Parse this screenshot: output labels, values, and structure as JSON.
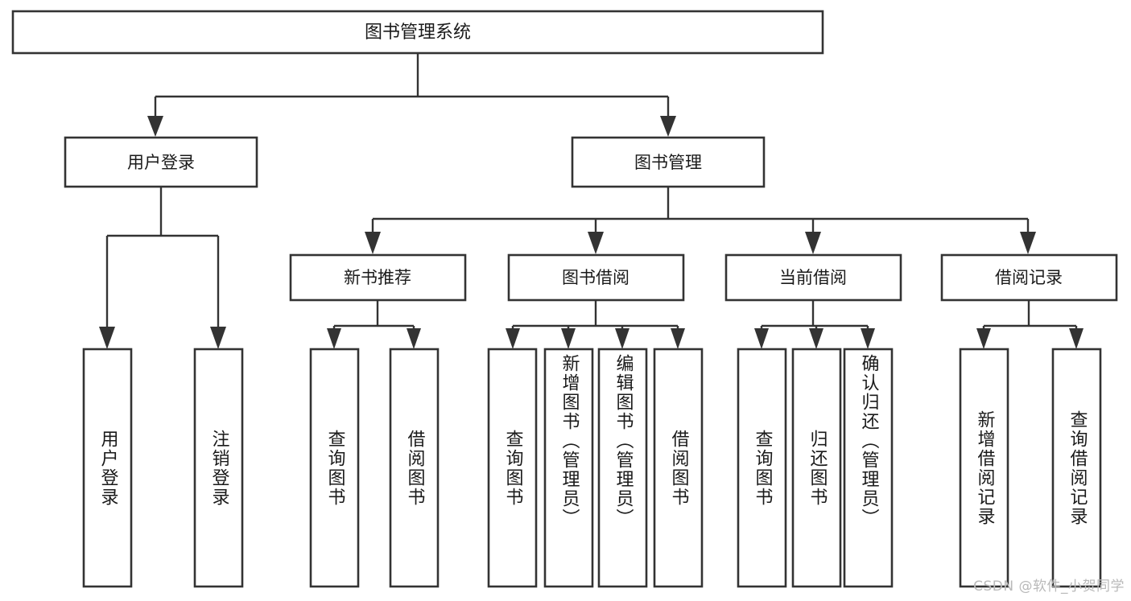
{
  "diagram": {
    "title": "图书管理系统",
    "type": "tree",
    "watermark": "CSDN @软件_小贺同学",
    "colors": {
      "box_stroke": "#333333",
      "box_fill": "#ffffff",
      "connector": "#333333",
      "text": "#1a1a1a",
      "background": "#ffffff",
      "watermark": "#b9b9b9"
    },
    "levels": {
      "root": {
        "label": "图书管理系统"
      },
      "level2": [
        {
          "label": "用户登录"
        },
        {
          "label": "图书管理"
        }
      ],
      "level3": [
        {
          "label": "新书推荐"
        },
        {
          "label": "图书借阅"
        },
        {
          "label": "当前借阅"
        },
        {
          "label": "借阅记录"
        }
      ],
      "leaves": {
        "user_login": [
          {
            "label": "用户登录"
          },
          {
            "label": "注销登录"
          }
        ],
        "new_book": [
          {
            "label": "查询图书"
          },
          {
            "label": "借阅图书"
          }
        ],
        "borrow": [
          {
            "label": "查询图书"
          },
          {
            "label": "新增图书（管理员）"
          },
          {
            "label": "编辑图书（管理员）"
          },
          {
            "label": "借阅图书"
          }
        ],
        "current": [
          {
            "label": "查询图书"
          },
          {
            "label": "归还图书"
          },
          {
            "label": "确认归还（管理员）"
          }
        ],
        "records": [
          {
            "label": "新增借阅记录"
          },
          {
            "label": "查询借阅记录"
          }
        ]
      }
    }
  }
}
